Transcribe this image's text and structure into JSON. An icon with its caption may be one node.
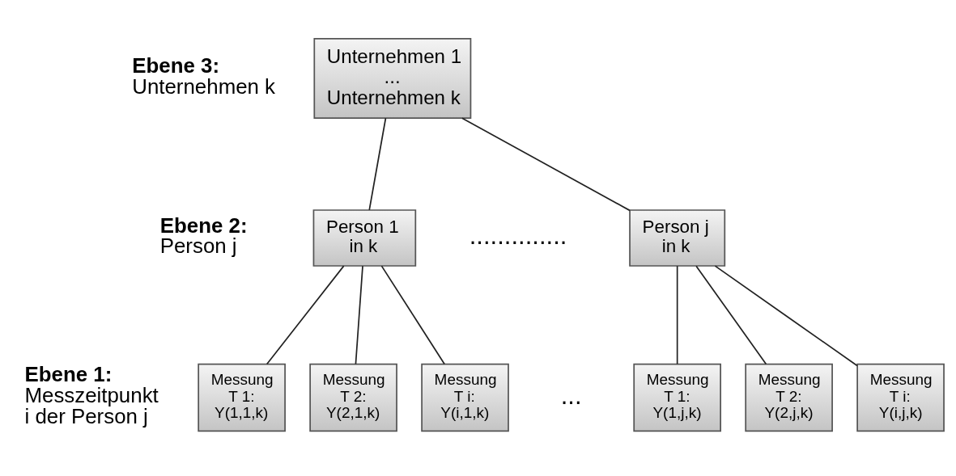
{
  "diagram": {
    "nodes": [
      {
        "text": [
          "Unternehmen 1",
          "...",
          "Unternehmen k"
        ]
      },
      {
        "text": [
          "Person 1 in k"
        ]
      },
      {
        "text": [
          "Person j in k"
        ]
      },
      {
        "text": [
          "Messung T 1: Y(1,1,k)"
        ]
      },
      {
        "text": [
          "Messung T 2: Y(2,1,k)"
        ]
      },
      {
        "text": [
          "Messung T i: Y(i,1,k)"
        ]
      },
      {
        "text": [
          "Messung T 1: Y(1,j,k)"
        ]
      },
      {
        "text": [
          "Messung T 2: Y(2,j,k)"
        ]
      },
      {
        "text": [
          "Messung T i: Y(i,j,k)"
        ]
      }
    ],
    "edges": [
      {
        "from": 0,
        "to": 1,
        "arrow": "none"
      },
      {
        "from": 0,
        "to": 2,
        "arrow": "none"
      },
      {
        "from": 1,
        "to": 3,
        "arrow": "none"
      },
      {
        "from": 1,
        "to": 4,
        "arrow": "none"
      },
      {
        "from": 1,
        "to": 5,
        "arrow": "none"
      },
      {
        "from": 2,
        "to": 6,
        "arrow": "none"
      },
      {
        "from": 2,
        "to": 7,
        "arrow": "none"
      },
      {
        "from": 2,
        "to": 8,
        "arrow": "none"
      }
    ],
    "labels": [
      "Ebene 3:",
      "Unternehmen k",
      "Ebene 2:",
      "Person j",
      "Ebene 1:",
      "Messzeitpunkt i der Person j",
      "..............",
      "..."
    ]
  }
}
